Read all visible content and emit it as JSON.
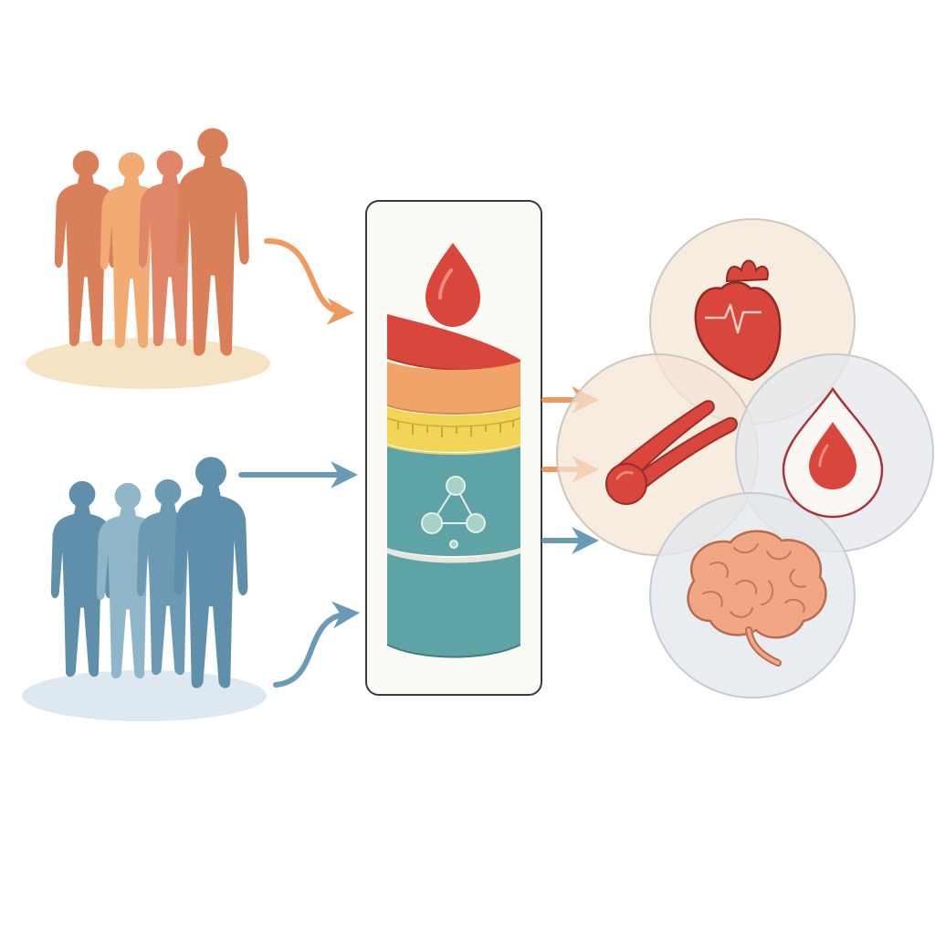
{
  "diagram": {
    "groups": [
      {
        "id": "group-warm",
        "icon": "people-group-icon",
        "color": "#d9805a",
        "shade_light": "#f2ab73",
        "shade_mid": "#e0876a",
        "ground": "#f6e3c4"
      },
      {
        "id": "group-cool",
        "icon": "people-group-icon",
        "color": "#5f8faa",
        "shade_light": "#8fb5c9",
        "shade_mid": "#6c9ab5",
        "ground": "#dde8f0"
      }
    ],
    "central_panel": {
      "icon": "stacked-cylinder-icon",
      "layers": [
        {
          "name": "red-layer",
          "color": "#d8463c"
        },
        {
          "name": "orange-layer",
          "color": "#f0a468"
        },
        {
          "name": "yellow-layer",
          "color": "#f1d557"
        },
        {
          "name": "teal-layer",
          "color": "#5ea3a5"
        },
        {
          "name": "teal-base-layer",
          "color": "#5ea3a5"
        }
      ],
      "top_icon": "blood-drop-icon",
      "center_icon": "molecule-icon"
    },
    "outcomes": [
      {
        "name": "heart",
        "icon": "heart-icon",
        "bg": "#f3e6d6"
      },
      {
        "name": "blood-vessel",
        "icon": "blood-vessel-icon",
        "bg": "#f6e4d4"
      },
      {
        "name": "blood-drop",
        "icon": "blood-drop-icon",
        "bg": "#e6e8ec"
      },
      {
        "name": "brain",
        "icon": "brain-icon",
        "bg": "#e4e7ec"
      }
    ],
    "arrow_colors": {
      "warm": "#f0995e",
      "cool": "#6a9ab5"
    }
  }
}
